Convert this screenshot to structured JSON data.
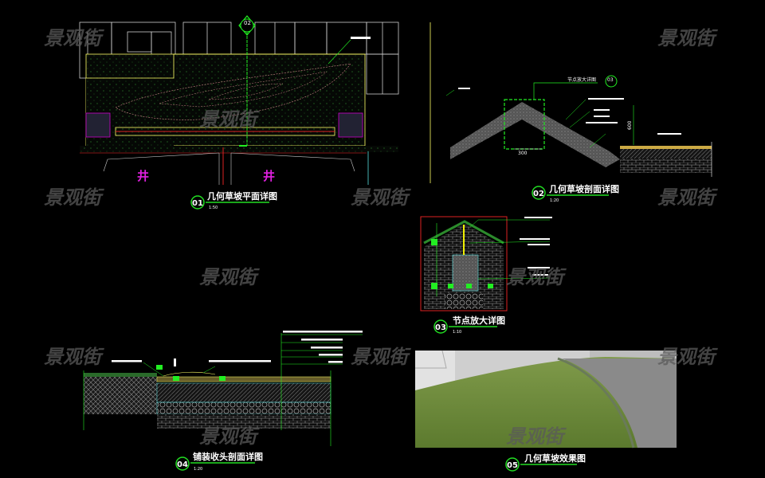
{
  "watermark": "景观街",
  "drawings": [
    {
      "number": "01",
      "title": "几何草坡平面详图",
      "scale": "1:50"
    },
    {
      "number": "02",
      "title": "几何草坡剖面详图",
      "scale": "1:20"
    },
    {
      "number": "03",
      "title": "节点放大详图",
      "scale": "1:10"
    },
    {
      "number": "04",
      "title": "铺装收头剖面详图",
      "scale": "1:20"
    },
    {
      "number": "05",
      "title": "几何草坡效果图"
    }
  ],
  "plan": {
    "section_marker": "02",
    "well_label": "井"
  },
  "section": {
    "detail_callout": "节点放大详图",
    "detail_ref": "03",
    "dim_width": "300",
    "dim_height": "600"
  },
  "colors": {
    "background": "#000000",
    "title_underline": "#22dd22",
    "cad_green": "#00ff00",
    "cad_yellow": "#ffff66",
    "grass_photo": "#6f8a3c"
  }
}
